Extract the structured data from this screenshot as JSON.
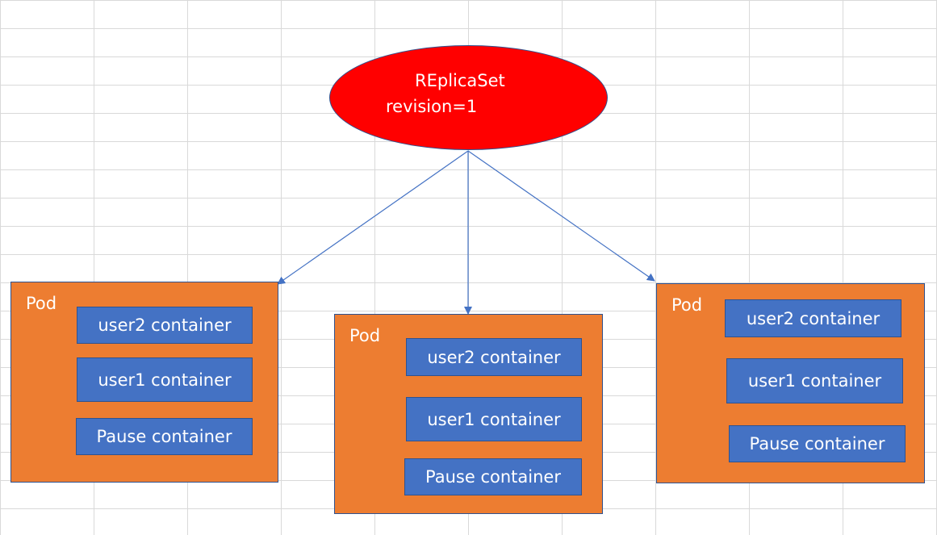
{
  "replicaset": {
    "line1": "REplicaSet",
    "line2": "revision=1"
  },
  "pods": [
    {
      "label": "Pod",
      "containers": [
        "user2 container",
        "user1 container",
        "Pause container"
      ]
    },
    {
      "label": "Pod",
      "containers": [
        "user2 container",
        "user1 container",
        "Pause container"
      ]
    },
    {
      "label": "Pod",
      "containers": [
        "user2 container",
        "user1 container",
        "Pause container"
      ]
    }
  ],
  "colors": {
    "replicaset_fill": "#ff0000",
    "pod_fill": "#ed7d31",
    "container_fill": "#4472c4",
    "outline": "#2f528f",
    "arrow": "#4472c4",
    "grid": "#d9d9d9"
  }
}
